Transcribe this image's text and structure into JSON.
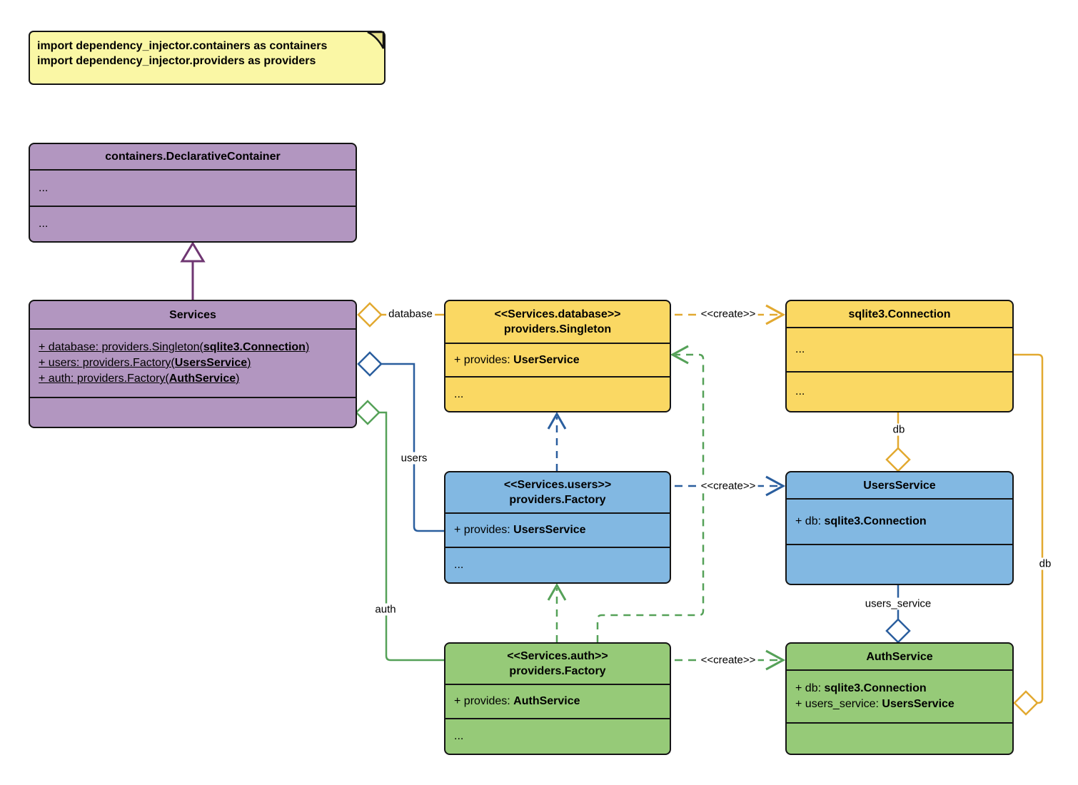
{
  "note": {
    "line1": "import dependency_injector.containers as containers",
    "line2": "import dependency_injector.providers as providers"
  },
  "classes": {
    "declarative_container": {
      "title": "containers.DeclarativeContainer",
      "sections": [
        "...",
        "..."
      ]
    },
    "services": {
      "title": "Services",
      "attributes": [
        {
          "prefix": "+ database: providers.Singleton(",
          "bold": "sqlite3.Connection",
          "suffix": ")"
        },
        {
          "prefix": "+ users: providers.Factory(",
          "bold": "UsersService",
          "suffix": ")"
        },
        {
          "prefix": "+ auth: providers.Factory(",
          "bold": "AuthService",
          "suffix": ")"
        }
      ]
    },
    "singleton": {
      "stereotype": "<<Services.database>>",
      "title": "providers.Singleton",
      "provides": {
        "prefix": "+ provides: ",
        "bold": "UserService",
        "suffix": ""
      },
      "dots": "..."
    },
    "sqlite_connection": {
      "title": "sqlite3.Connection",
      "sections": [
        "...",
        "..."
      ]
    },
    "users_factory": {
      "stereotype": "<<Services.users>>",
      "title": "providers.Factory",
      "provides": {
        "prefix": "+ provides: ",
        "bold": "UsersService",
        "suffix": ""
      },
      "dots": "..."
    },
    "users_service": {
      "title": "UsersService",
      "attributes": [
        {
          "prefix": "+ db: ",
          "bold": "sqlite3.Connection",
          "suffix": ""
        }
      ]
    },
    "auth_factory": {
      "stereotype": "<<Services.auth>>",
      "title": "providers.Factory",
      "provides": {
        "prefix": "+ provides: ",
        "bold": "AuthService",
        "suffix": ""
      },
      "dots": "..."
    },
    "auth_service": {
      "title": "AuthService",
      "attributes": [
        {
          "prefix": "+ db: ",
          "bold": "sqlite3.Connection",
          "suffix": ""
        },
        {
          "prefix": "+ users_service: ",
          "bold": "UsersService",
          "suffix": ""
        }
      ]
    }
  },
  "edges": {
    "database": "database",
    "users": "users",
    "auth": "auth",
    "create": "<<create>>",
    "db_users": "db",
    "db_auth": "db",
    "users_service": "users_service"
  },
  "colors": {
    "purple_fill": "#b296c0",
    "purple_line": "#6f3672",
    "yellow_fill": "#fad863",
    "yellow_line": "#e2a930",
    "blue_fill": "#82b8e2",
    "blue_line": "#2a5e9e",
    "green_fill": "#96ca78",
    "green_line": "#55a158",
    "note_fill": "#faf7a5"
  }
}
